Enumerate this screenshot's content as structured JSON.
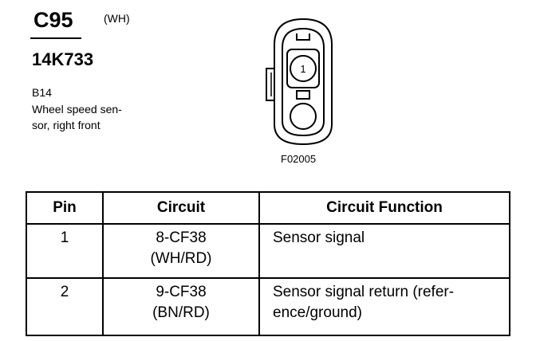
{
  "header": {
    "connector_id": "C95",
    "color_code": "(WH)",
    "part_number": "14K733",
    "location_code": "B14",
    "description_lines": [
      "Wheel speed sen-",
      "sor, right front"
    ]
  },
  "figure": {
    "pin_label": "1",
    "figure_code": "F02005"
  },
  "table": {
    "headers": {
      "pin": "Pin",
      "circuit": "Circuit",
      "function": "Circuit Function"
    },
    "rows": [
      {
        "pin": "1",
        "circuit_line1": "8-CF38",
        "circuit_line2": "(WH/RD)",
        "function_line1": "Sensor signal",
        "function_line2": ""
      },
      {
        "pin": "2",
        "circuit_line1": "9-CF38",
        "circuit_line2": "(BN/RD)",
        "function_line1": "Sensor signal return (refer-",
        "function_line2": "ence/ground)"
      }
    ]
  }
}
